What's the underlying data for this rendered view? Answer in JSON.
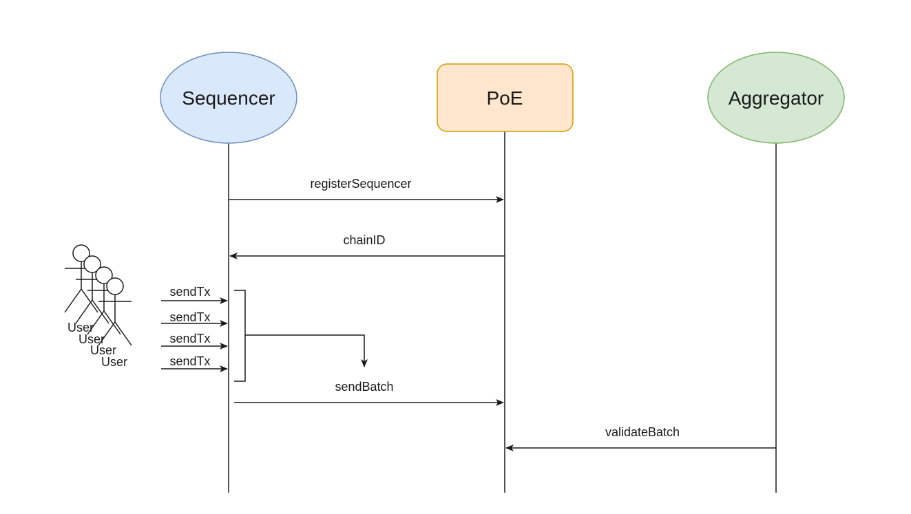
{
  "participants": {
    "sequencer": {
      "label": "Sequencer",
      "fill": "#dae8fc",
      "stroke": "#6c8ebf"
    },
    "poe": {
      "label": "PoE",
      "fill": "#ffe6cc",
      "stroke": "#d79b00"
    },
    "aggregator": {
      "label": "Aggregator",
      "fill": "#d5e8d4",
      "stroke": "#82b366"
    }
  },
  "messages": {
    "register": "registerSequencer",
    "chain_id": "chainID",
    "send_batch": "sendBatch",
    "validate_batch": "validateBatch"
  },
  "users": {
    "labels": [
      "User",
      "User",
      "User",
      "User"
    ],
    "send_tx": [
      "sendTx",
      "sendTx",
      "sendTx",
      "sendTx"
    ]
  },
  "colors": {
    "line": "#1a1a1a"
  }
}
